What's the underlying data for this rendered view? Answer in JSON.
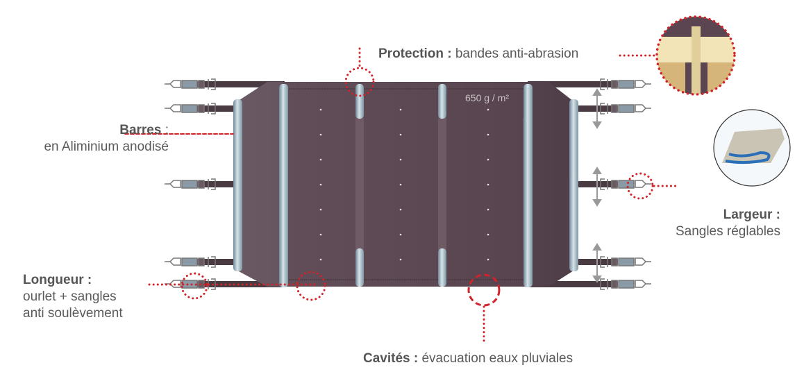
{
  "labels": {
    "protection": {
      "title": "Protection :",
      "text": "bandes anti-abrasion"
    },
    "barres": {
      "title": "Barres",
      "sep": " :",
      "text": "en Aliminium anodisé"
    },
    "largeur": {
      "title": "Largeur :",
      "text": "Sangles réglables"
    },
    "longueur": {
      "title": "Longueur :",
      "line1": "ourlet + sangles",
      "line2": "anti soulèvement"
    },
    "cavites": {
      "title": "Cavités :",
      "text": "évacuation eaux pluviales"
    }
  },
  "weight_label": "650 g / m²",
  "colors": {
    "cover": "#5e4b55",
    "accent": "#d2232a",
    "bar": "#9fb4bf",
    "strap": "#4a3a42"
  }
}
